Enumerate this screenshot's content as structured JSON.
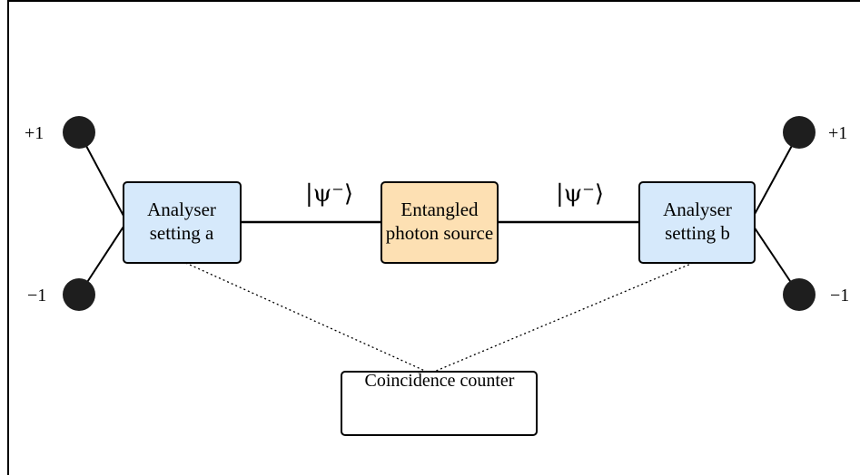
{
  "left_analyser": {
    "line1": "Analyser",
    "line2": "setting a",
    "fill": "#d6e9fb"
  },
  "right_analyser": {
    "line1": "Analyser",
    "line2": "setting b",
    "fill": "#d6e9fb"
  },
  "source": {
    "line1": "Entangled",
    "line2": "photon source",
    "fill": "#fde0b3"
  },
  "state_left": "|ψ⁻⟩",
  "state_right": "|ψ⁻⟩",
  "counter": {
    "label": "Coincidence counter",
    "fill": "#ffffff"
  },
  "outcomes": {
    "left_top": "+1",
    "left_bottom": "−1",
    "right_top": "+1",
    "right_bottom": "−1"
  },
  "detector_color": "#1e1e1e"
}
